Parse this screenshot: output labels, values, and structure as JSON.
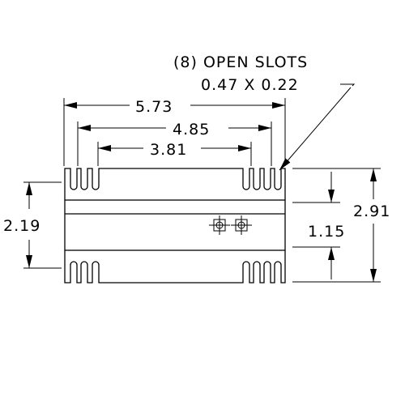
{
  "callout": {
    "line1": "(8) OPEN SLOTS",
    "line2": "0.47 X 0.22"
  },
  "dimensions": {
    "overall_width": "5.73",
    "slot_span_outer": "4.85",
    "slot_span_inner": "3.81",
    "mount_height": "2.19",
    "body_height": "1.15",
    "overall_height": "2.91"
  },
  "colors": {
    "line": "#000000",
    "background": "#ffffff"
  }
}
